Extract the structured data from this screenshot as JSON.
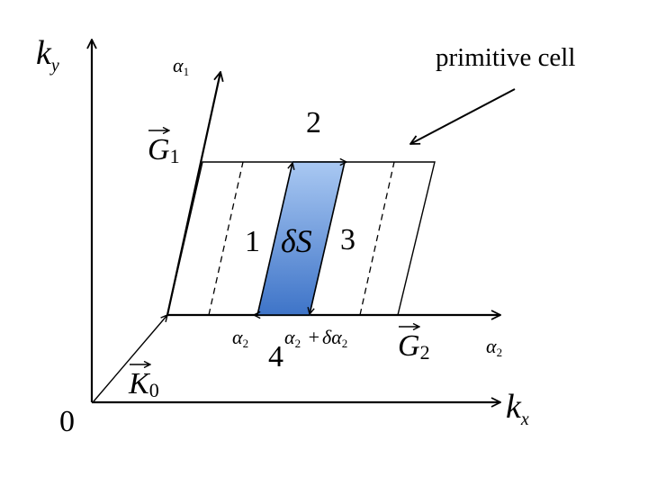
{
  "colors": {
    "stroke": "#000000",
    "strip_top": "#a9c8f2",
    "strip_bottom": "#3e74c8",
    "strip_edge": "#2f5fa8"
  },
  "axes": {
    "ky": {
      "symbol": "k",
      "sub": "y"
    },
    "kx": {
      "symbol": "k",
      "sub": "x"
    },
    "origin": "0"
  },
  "alpha_axes": {
    "alpha1": {
      "symbol": "α",
      "sub": "1"
    },
    "alpha2": {
      "symbol": "α",
      "sub": "2"
    }
  },
  "vectors": {
    "G1": {
      "symbol": "G",
      "sub": "1"
    },
    "G2": {
      "symbol": "G",
      "sub": "2"
    },
    "K0": {
      "symbol": "K",
      "sub": "0"
    }
  },
  "strip": {
    "label": "δS",
    "left_value": {
      "symbol": "α",
      "sub": "2"
    },
    "right_value": {
      "symbol": "α",
      "sub": "2",
      "plus": "+",
      "delta": "δα",
      "delta_sub": "2"
    }
  },
  "edges": {
    "e1": "1",
    "e2": "2",
    "e3": "3",
    "e4": "4"
  },
  "callout": {
    "text": "primitive cell"
  }
}
